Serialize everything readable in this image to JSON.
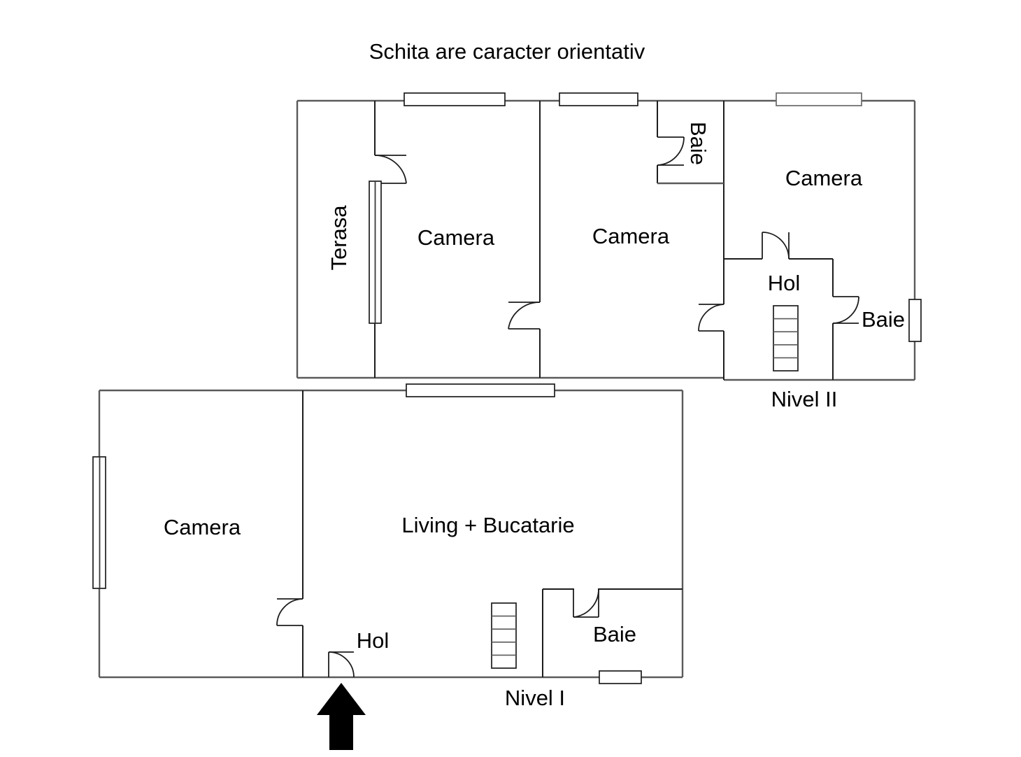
{
  "title": "Schita are caracter orientativ",
  "levels": [
    {
      "id": "nivel-2",
      "label": "Nivel II",
      "rooms": [
        {
          "name": "Terasa",
          "label": "Terasa",
          "rotated": true
        },
        {
          "name": "Camera",
          "label": "Camera",
          "rotated": false
        },
        {
          "name": "Camera",
          "label": "Camera",
          "rotated": false
        },
        {
          "name": "Baie",
          "label": "Baie",
          "rotated": true
        },
        {
          "name": "Camera",
          "label": "Camera",
          "rotated": false
        },
        {
          "name": "Hol",
          "label": "Hol",
          "rotated": false
        },
        {
          "name": "Baie",
          "label": "Baie",
          "rotated": false
        }
      ]
    },
    {
      "id": "nivel-1",
      "label": "Nivel I",
      "rooms": [
        {
          "name": "Camera",
          "label": "Camera",
          "rotated": false
        },
        {
          "name": "Living + Bucatarie",
          "label": "Living + Bucatarie",
          "rotated": false
        },
        {
          "name": "Hol",
          "label": "Hol",
          "rotated": false
        },
        {
          "name": "Baie",
          "label": "Baie",
          "rotated": false
        }
      ]
    }
  ],
  "labels": {
    "terasa": "Terasa",
    "camera_n2_1": "Camera",
    "camera_n2_2": "Camera",
    "baie_n2_top": "Baie",
    "camera_n2_3": "Camera",
    "hol_n2": "Hol",
    "baie_n2_right": "Baie",
    "camera_n1": "Camera",
    "living_bucatarie": "Living + Bucatarie",
    "hol_n1": "Hol",
    "baie_n1": "Baie",
    "nivel_2": "Nivel II",
    "nivel_1": "Nivel I"
  },
  "elements": {
    "entrance_arrow": "entrance-arrow",
    "stairs_n2": "staircase",
    "stairs_n1": "staircase"
  },
  "colors": {
    "wall": "#1d1d1d",
    "wall_outer": "#5a5a5a",
    "background": "#ffffff",
    "arrow": "#000000"
  }
}
